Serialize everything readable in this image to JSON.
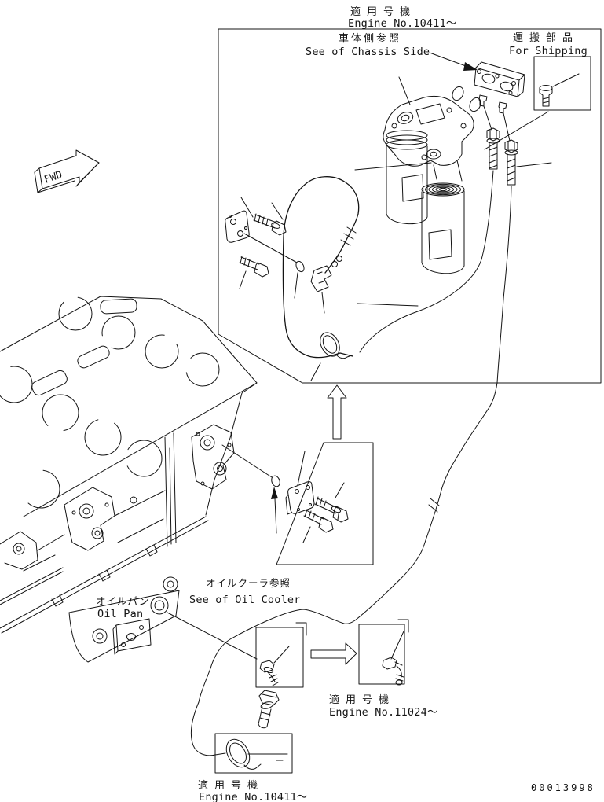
{
  "doc": {
    "number": "00013998",
    "fwd_label": "FWD"
  },
  "labels": {
    "applicable_top": {
      "jp": "適用号機",
      "en": "Engine No.10411～"
    },
    "chassis": {
      "jp": "車体側参照",
      "en": "See of Chassis Side"
    },
    "shipping": {
      "jp": "運搬部品",
      "en": "For Shipping"
    },
    "oil_pan": {
      "jp": "オイルパン",
      "en": "Oil Pan"
    },
    "oil_cooler": {
      "jp": "オイルクーラ参照",
      "en": "See of Oil Cooler"
    },
    "applicable_mid": {
      "jp": "適用号機",
      "en": "Engine No.11024～"
    },
    "applicable_bottom": {
      "jp": "適用号機",
      "en": "Engine No.10411～"
    }
  },
  "colors": {
    "ink": "#141414",
    "paper": "#ffffff"
  }
}
